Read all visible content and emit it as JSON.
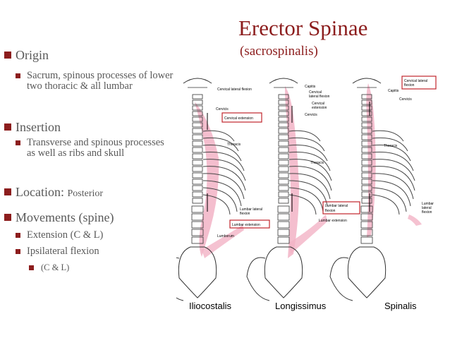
{
  "slide": {
    "title": "Erector Spinae",
    "subtitle": "(sacrospinalis)",
    "bullets": {
      "origin": {
        "label": "Origin",
        "detail": "Sacrum, spinous processes of lower  two thoracic & all lumbar"
      },
      "insertion": {
        "label": "Insertion",
        "detail": "Transverse and spinous processes as well as ribs and skull"
      },
      "location": {
        "label": "Location:",
        "value": "Posterior"
      },
      "movements": {
        "label": "Movements (spine)",
        "items": [
          "Extension (C & L)",
          "Ipsilateral flexion"
        ],
        "sub_item": "(C & L)"
      }
    },
    "colors": {
      "accent": "#8c1d1d",
      "muscle": "#f2b3c6",
      "highlight_box": "#c0262c"
    }
  },
  "figure": {
    "captions": [
      "Iliocostalis",
      "Longissimus",
      "Spinalis"
    ],
    "labels": {
      "ilio": {
        "cervical_lateral_flexion": "Cervical lateral flexion",
        "cervicis": "Cervicis",
        "cervical_extension": "Cervical extension",
        "thoracis": "Thoracis",
        "lumbar_lateral_flexion_1": "Lumbar lateral",
        "lumbar_lateral_flexion_2": "flexion",
        "lumbar_extension": "Lumbar extension",
        "lumborum": "Lumborum"
      },
      "long": {
        "capitis": "Capitis",
        "cervical_lateral_flexion_1": "Cervical",
        "cervical_lateral_flexion_2": "lateral flexion",
        "cervical_extension_1": "Cervical",
        "cervical_extension_2": "extension",
        "cervicis": "Cervicis",
        "thoracis": "Thoracis",
        "lumbar_lateral_flexion_1": "Lumbar lateral",
        "lumbar_lateral_flexion_2": "flexion",
        "lumbar_extension": "Lumbar extension"
      },
      "spin": {
        "cervical_lateral_flexion_1": "Cervical lateral",
        "cervical_lateral_flexion_2": "flexion",
        "capitis": "Capitis",
        "cervicis": "Cervicis",
        "thoracis": "Thoracis",
        "lumbar_lateral_1": "Lumbar",
        "lumbar_lateral_2": "lateral",
        "lumbar_lateral_3": "flexion"
      }
    }
  }
}
